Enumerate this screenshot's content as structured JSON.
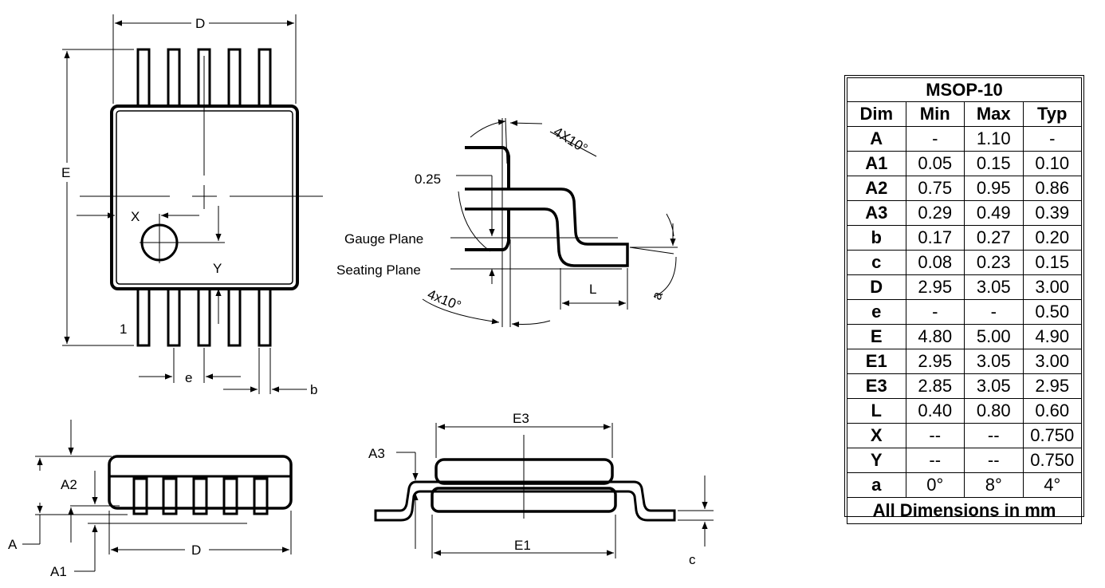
{
  "labels": {
    "D_top": "D",
    "E": "E",
    "X": "X",
    "Y": "Y",
    "pin1": "1",
    "e": "e",
    "b": "b",
    "dim_025": "0.25",
    "gauge_plane": "Gauge Plane",
    "seating_plane": "Seating Plane",
    "angle_top": "4X10°",
    "angle_bottom": "4x10°",
    "L": "L",
    "a": "a",
    "A2": "A2",
    "A": "A",
    "A1": "A1",
    "D_bottom": "D",
    "E3": "E3",
    "A3": "A3",
    "E1": "E1",
    "c": "c"
  },
  "table": {
    "title": "MSOP-10",
    "headers": [
      "Dim",
      "Min",
      "Max",
      "Typ"
    ],
    "rows": [
      [
        "A",
        "-",
        "1.10",
        "-"
      ],
      [
        "A1",
        "0.05",
        "0.15",
        "0.10"
      ],
      [
        "A2",
        "0.75",
        "0.95",
        "0.86"
      ],
      [
        "A3",
        "0.29",
        "0.49",
        "0.39"
      ],
      [
        "b",
        "0.17",
        "0.27",
        "0.20"
      ],
      [
        "c",
        "0.08",
        "0.23",
        "0.15"
      ],
      [
        "D",
        "2.95",
        "3.05",
        "3.00"
      ],
      [
        "e",
        "-",
        "-",
        "0.50"
      ],
      [
        "E",
        "4.80",
        "5.00",
        "4.90"
      ],
      [
        "E1",
        "2.95",
        "3.05",
        "3.00"
      ],
      [
        "E3",
        "2.85",
        "3.05",
        "2.95"
      ],
      [
        "L",
        "0.40",
        "0.80",
        "0.60"
      ],
      [
        "X",
        "--",
        "--",
        "0.750"
      ],
      [
        "Y",
        "--",
        "--",
        "0.750"
      ],
      [
        "a",
        "0°",
        "8°",
        "4°"
      ]
    ],
    "footer": "All Dimensions in mm"
  }
}
